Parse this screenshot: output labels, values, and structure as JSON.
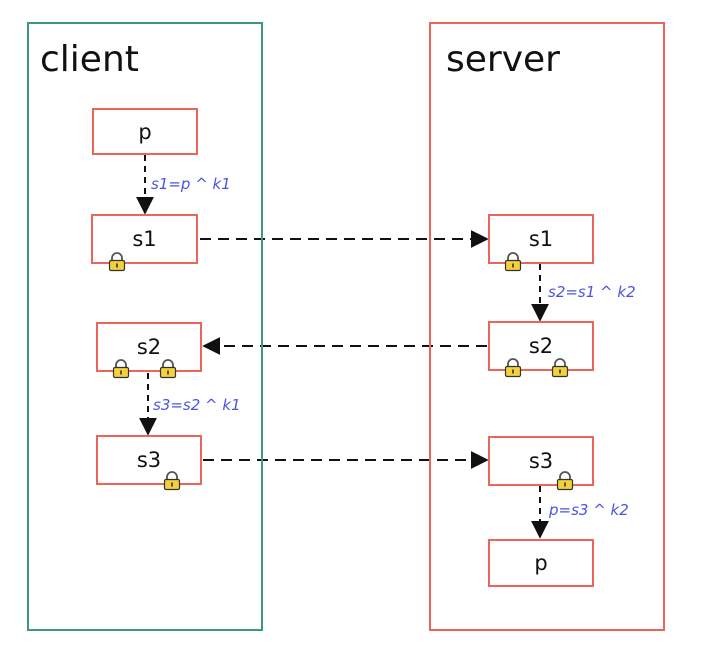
{
  "colors": {
    "client_border": "#3a9a7a",
    "server_border": "#e8675a",
    "node_border": "#e8675a",
    "edge_label": "#4a55e0",
    "lock_fill": "#f2d13a"
  },
  "client": {
    "title": "client",
    "nodes": {
      "p": "p",
      "s1": "s1",
      "s2": "s2",
      "s3": "s3"
    },
    "edge_labels": {
      "p_to_s1": "s1=p ^ k1",
      "s2_to_s3": "s3=s2 ^ k1"
    }
  },
  "server": {
    "title": "server",
    "nodes": {
      "s1": "s1",
      "s2": "s2",
      "s3": "s3",
      "p": "p"
    },
    "edge_labels": {
      "s1_to_s2": "s2=s1 ^ k2",
      "s3_to_p": "p=s3 ^ k2"
    }
  },
  "lock_icon": "padlock-icon"
}
